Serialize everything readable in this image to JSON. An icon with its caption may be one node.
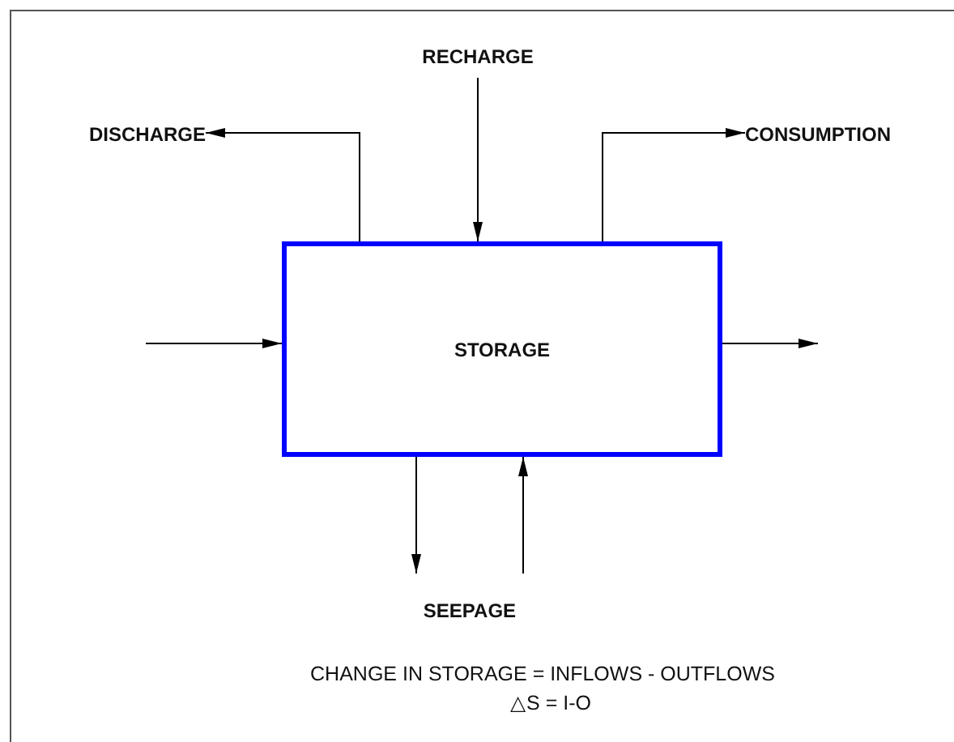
{
  "diagram": {
    "nodes": [
      {
        "text": [
          "STORAGE"
        ]
      },
      {
        "text": [
          "RECHARGE"
        ]
      },
      {
        "text": [
          "DISCHARGE"
        ]
      },
      {
        "text": [
          "CONSUMPTION"
        ]
      },
      {
        "text": [
          "SEEPAGE"
        ]
      }
    ],
    "edges": [
      {
        "from": 1,
        "to": 0,
        "arrow": "to"
      },
      {
        "from": 0,
        "to": 2,
        "arrow": "to"
      },
      {
        "from": 0,
        "to": 3,
        "arrow": "to"
      },
      {
        "from": null,
        "to": 0,
        "arrow": "to"
      },
      {
        "from": 0,
        "to": null,
        "arrow": "to"
      },
      {
        "from": 0,
        "to": 4,
        "arrow": "to"
      },
      {
        "from": 4,
        "to": 0,
        "arrow": "to"
      }
    ],
    "labels": [
      "CHANGE IN STORAGE = INFLOWS - OUTFLOWS",
      "△S = I-O"
    ]
  }
}
